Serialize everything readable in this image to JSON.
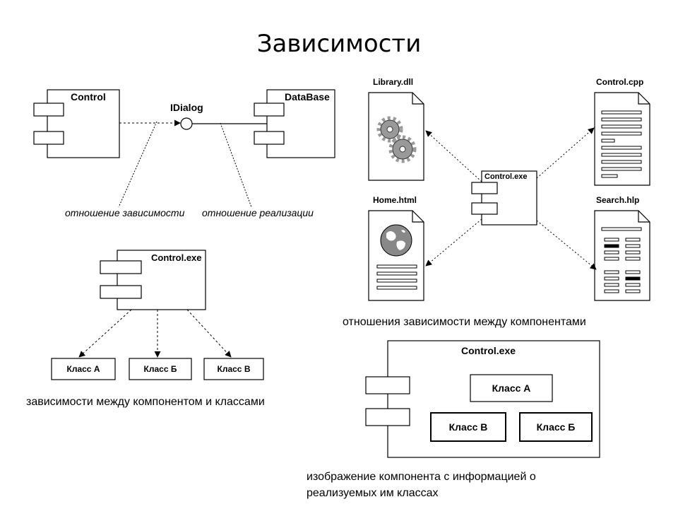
{
  "title": "Зависимости",
  "top_left": {
    "control": "Control",
    "database": "DataBase",
    "interface": "IDialog",
    "dependency_label": "отношение зависимости",
    "realization_label": "отношение реализации"
  },
  "mid_left": {
    "component": "Control.exe",
    "class_a": "Класс А",
    "class_b": "Класс Б",
    "class_c": "Класс В",
    "caption": "зависимости между компонентом и классами"
  },
  "top_right": {
    "library": "Library.dll",
    "control_cpp": "Control.cpp",
    "component": "Control.exe",
    "home": "Home.html",
    "search": "Search.hlp",
    "caption": "отношения зависимости между компонентами"
  },
  "bottom_right": {
    "component": "Control.exe",
    "class_a": "Класс А",
    "class_c": "Класс В",
    "class_b": "Класс Б",
    "caption_line1": "изображение компонента с информацией о",
    "caption_line2": "реализуемых им классах"
  }
}
